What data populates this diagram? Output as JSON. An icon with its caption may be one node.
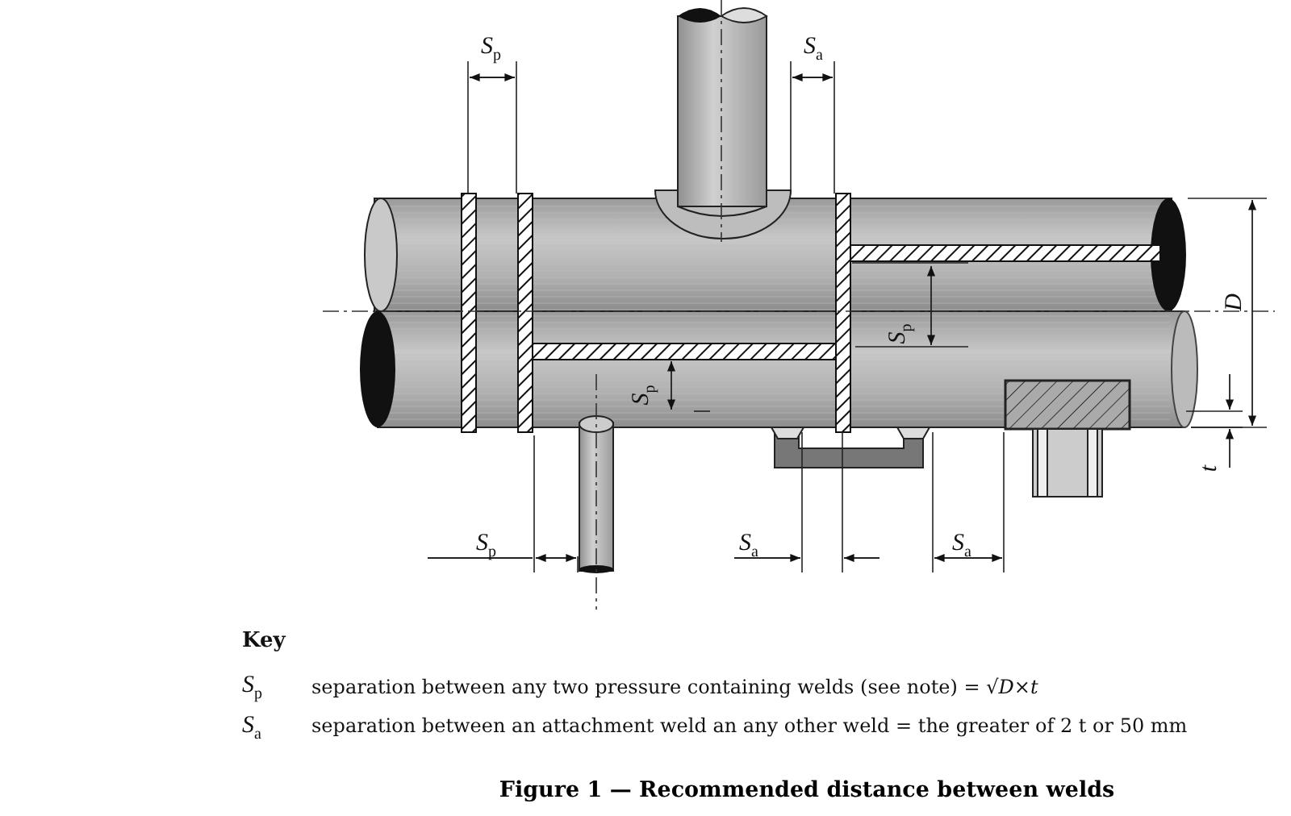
{
  "diagram": {
    "caption": "Figure 1 — Recommended distance between welds",
    "labels": [
      "*S*$_{p}$",
      "*S*$_{a}$",
      "*S*$_{p}$",
      "*D*",
      "*S*$_{p}$",
      "*t*",
      "*S*$_{p}$",
      "*S*$_{a}$",
      "*S*$_{a}$",
      "Key",
      "*S*$_{p}$",
      "separation between any two pressure containing welds (see note) = √*D*×*t*",
      "*S*$_{a}$",
      "separation between an attachment weld an any other weld = the greater of 2 t or 50 mm"
    ]
  }
}
